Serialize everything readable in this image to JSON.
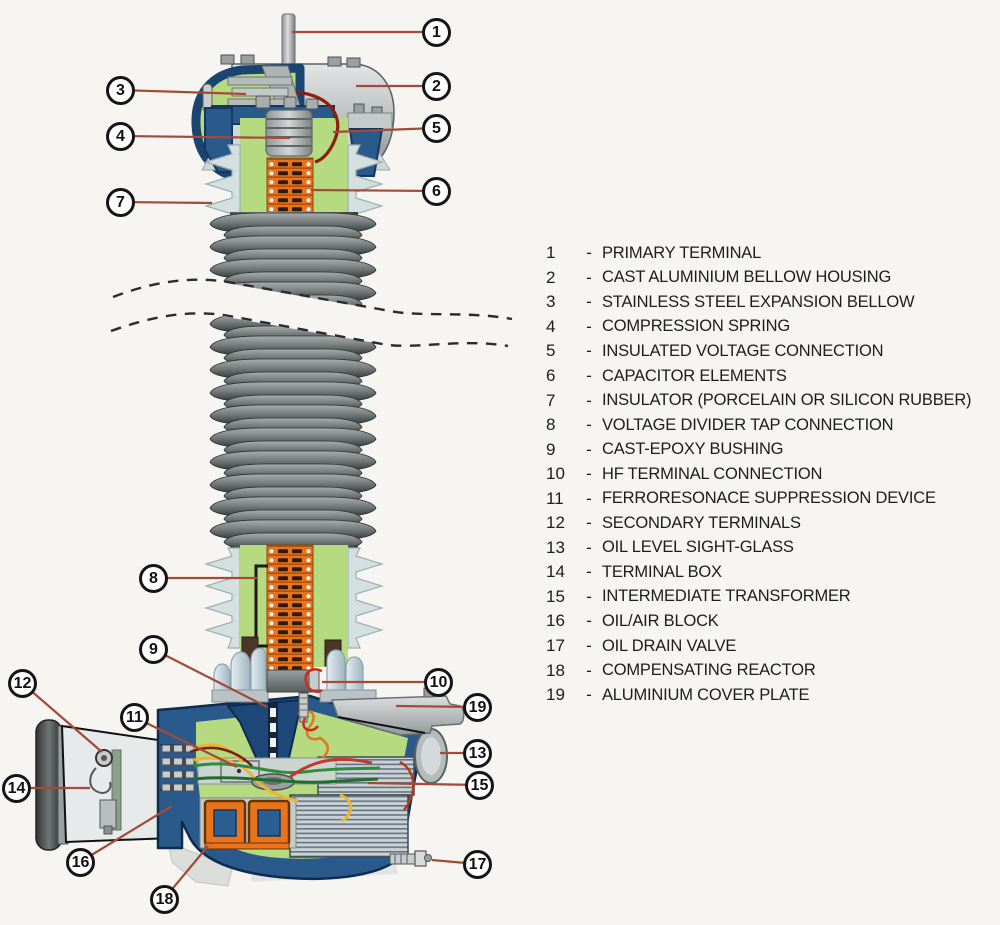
{
  "legend": {
    "separator": "-",
    "items": [
      {
        "num": "1",
        "label": "PRIMARY TERMINAL"
      },
      {
        "num": "2",
        "label": "CAST ALUMINIUM BELLOW HOUSING"
      },
      {
        "num": "3",
        "label": "STAINLESS STEEL EXPANSION BELLOW"
      },
      {
        "num": "4",
        "label": "COMPRESSION SPRING"
      },
      {
        "num": "5",
        "label": "INSULATED VOLTAGE CONNECTION"
      },
      {
        "num": "6",
        "label": "CAPACITOR ELEMENTS"
      },
      {
        "num": "7",
        "label": "INSULATOR (PORCELAIN OR SILICON RUBBER)"
      },
      {
        "num": "8",
        "label": "VOLTAGE DIVIDER TAP CONNECTION"
      },
      {
        "num": "9",
        "label": "CAST-EPOXY BUSHING"
      },
      {
        "num": "10",
        "label": "HF TERMINAL CONNECTION"
      },
      {
        "num": "11",
        "label": "FERRORESONACE SUPPRESSION DEVICE"
      },
      {
        "num": "12",
        "label": "SECONDARY TERMINALS"
      },
      {
        "num": "13",
        "label": "OIL LEVEL SIGHT-GLASS"
      },
      {
        "num": "14",
        "label": "TERMINAL BOX"
      },
      {
        "num": "15",
        "label": "INTERMEDIATE TRANSFORMER"
      },
      {
        "num": "16",
        "label": "OIL/AIR BLOCK"
      },
      {
        "num": "17",
        "label": "OIL DRAIN VALVE"
      },
      {
        "num": "18",
        "label": "COMPENSATING REACTOR"
      },
      {
        "num": "19",
        "label": "ALUMINIUM COVER PLATE"
      }
    ]
  },
  "colors": {
    "background": "#f6f5f2",
    "leader_line": "#a34a38",
    "callout_border": "#151515",
    "housing_blue": "#2a5a8c",
    "oil_green": "#b5da80",
    "capacitor_orange": "#e8731d",
    "insulator_dark": "#6e7474",
    "insulator_light": "#d4e0e0",
    "metal_gray": "#b9bdbd",
    "legend_text": "#1d1d1d"
  }
}
